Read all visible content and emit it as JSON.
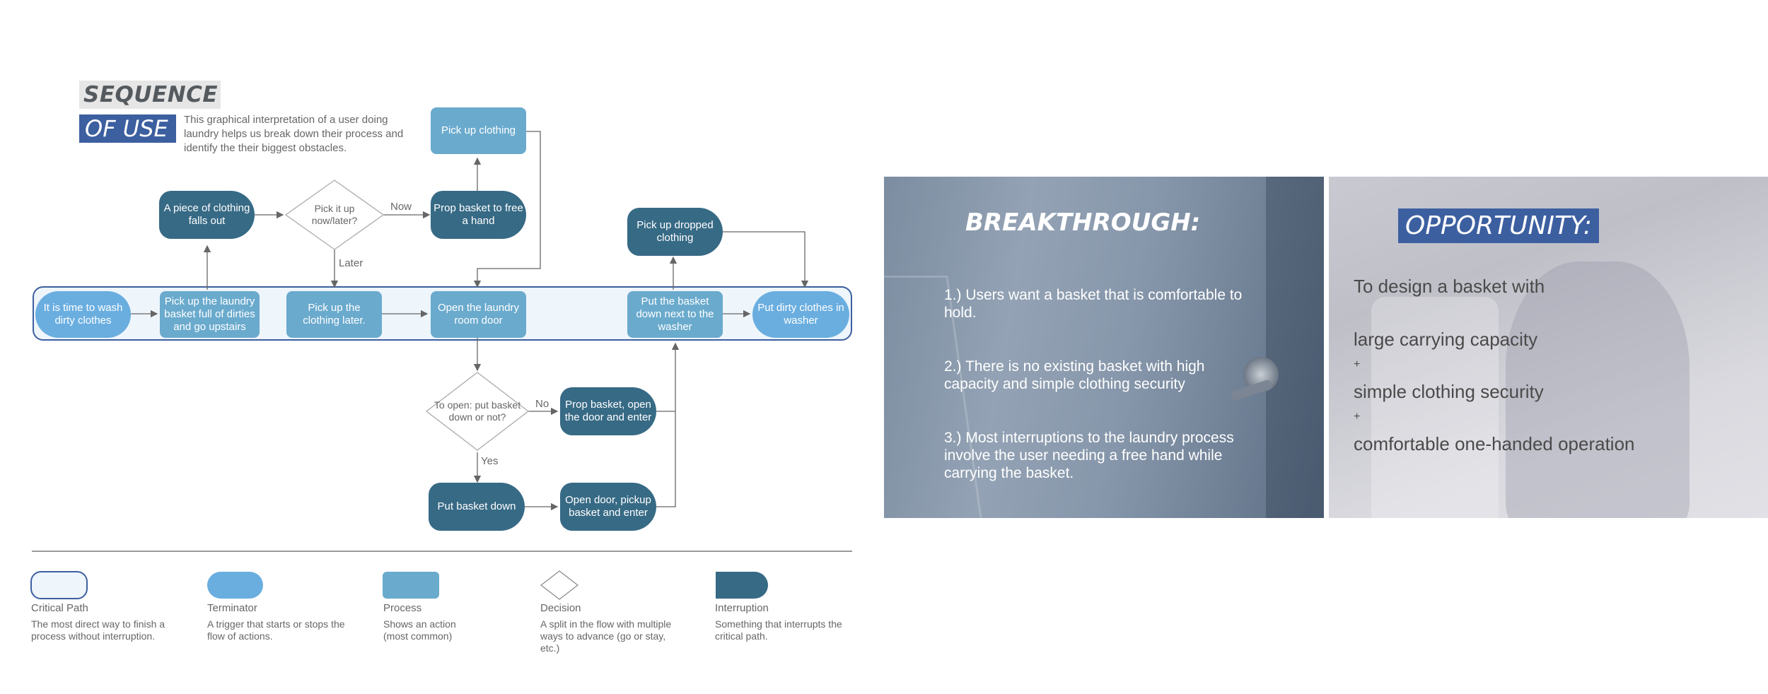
{
  "header": {
    "title_line1": "SEQUENCE",
    "title_line2": "OF USE",
    "intro": "This graphical interpretation of a user doing laundry helps us break down their process and identify the their biggest obstacles."
  },
  "flow": {
    "nodes": {
      "wash": "It is time to wash dirty clothes",
      "pickup_basket": "Pick up the laundry basket full of dirties and go upstairs",
      "pickup_later": "Pick up the clothing later.",
      "open_door": "Open the laundry room door",
      "put_down_washer": "Put the basket down next to the washer",
      "put_in_washer": "Put dirty clothes in washer",
      "falls_out": "A piece of clothing falls out",
      "decision_pick": "Pick it up now/later?",
      "prop_free": "Prop basket to free a hand",
      "pickup_clothing": "Pick up clothing",
      "pickup_dropped": "Pick up dropped clothing",
      "decision_open": "To open: put basket down or not?",
      "prop_open": "Prop basket, open the door and enter",
      "put_down": "Put basket down",
      "open_pickup": "Open door, pickup basket and enter"
    },
    "edge_labels": {
      "now": "Now",
      "later": "Later",
      "no": "No",
      "yes": "Yes"
    }
  },
  "legend": [
    {
      "name": "Critical Path",
      "desc": "The most direct way to finish a process without interruption."
    },
    {
      "name": "Terminator",
      "desc": "A trigger that starts or stops the flow of actions."
    },
    {
      "name": "Process",
      "desc": "Shows an action (most common)"
    },
    {
      "name": "Decision",
      "desc": "A split in the flow with multiple ways to advance (go or stay, etc.)"
    },
    {
      "name": "Interruption",
      "desc": "Something that interrupts the critical path."
    }
  ],
  "breakthrough": {
    "title": "BREAKTHROUGH:",
    "items": [
      "1.) Users want a basket that is comfortable to hold.",
      "2.) There is no existing basket with high capacity and simple clothing security",
      "3.) Most interruptions to the laundry process involve the user needing a free hand while carrying the basket."
    ]
  },
  "opportunity": {
    "title": "OPPORTUNITY:",
    "lead": "To design a basket with",
    "items": [
      "large carrying capacity",
      "simple clothing security",
      "comfortable one-handed operation"
    ],
    "plus": "+"
  },
  "colors": {
    "terminator": "#6aaee0",
    "process": "#6aaacd",
    "interruption": "#376a85",
    "critical_path_border": "#3c5fa0",
    "accent": "#3c5fa0"
  }
}
